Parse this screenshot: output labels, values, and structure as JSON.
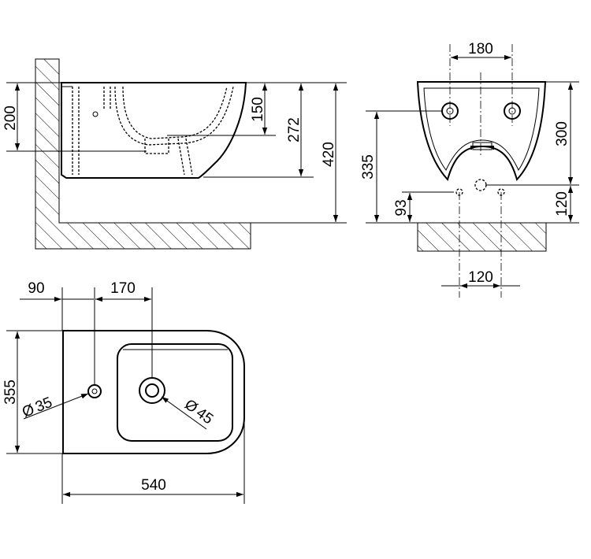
{
  "side_view": {
    "dim_bowl_height": "200",
    "dim_inlet_height": "150",
    "dim_outlet_height": "272",
    "dim_top_height": "420"
  },
  "front_view": {
    "dim_fixing_spacing_top": "180",
    "dim_outlet_height": "335",
    "dim_top_to_center": "300",
    "dim_bolt_height": "93",
    "dim_center_to_bolt": "120",
    "dim_bolt_spacing": "120"
  },
  "top_view": {
    "dim_hole_offset": "90",
    "dim_tap_spacing": "170",
    "dim_width": "355",
    "dim_length": "540",
    "dim_small_hole": "35",
    "dim_large_hole": "45",
    "diameter_symbol": "Ø"
  }
}
